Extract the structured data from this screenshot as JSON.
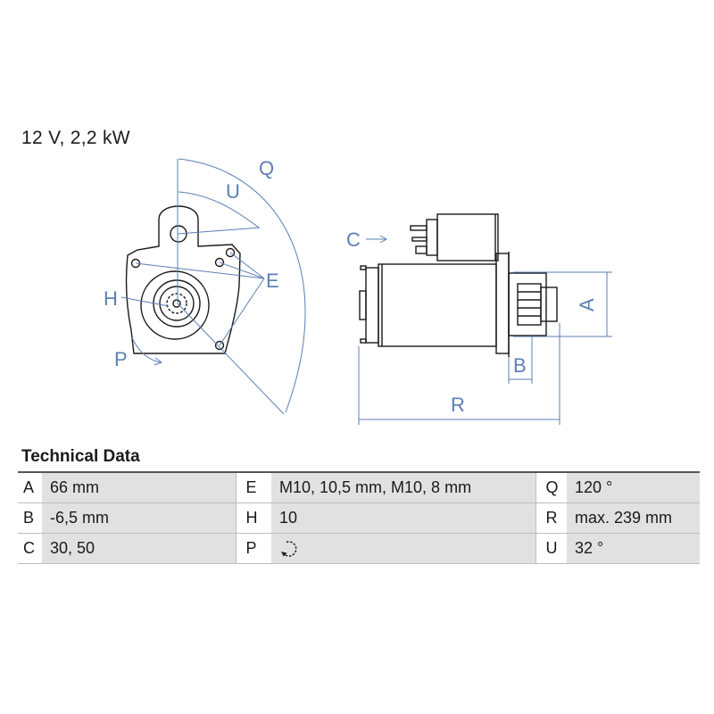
{
  "headline": "12 V, 2,2 kW",
  "drawing": {
    "line_color": "#1a1a1a",
    "dimension_color": "#5b7fb5",
    "front_view_labels": {
      "q": "Q",
      "u": "U",
      "e": "E",
      "h": "H",
      "p": "P"
    },
    "side_view_labels": {
      "c": "C",
      "a": "A",
      "b": "B",
      "r": "R"
    }
  },
  "technical_data": {
    "title": "Technical Data",
    "rows": [
      [
        {
          "key": "A",
          "value": "66 mm"
        },
        {
          "key": "E",
          "value": "M10, 10,5 mm, M10, 8 mm"
        },
        {
          "key": "Q",
          "value": "120 °"
        }
      ],
      [
        {
          "key": "B",
          "value": "-6,5 mm"
        },
        {
          "key": "H",
          "value": "10"
        },
        {
          "key": "R",
          "value": "max. 239 mm"
        }
      ],
      [
        {
          "key": "C",
          "value": "30, 50"
        },
        {
          "key": "P",
          "value": "",
          "icon": "rotation-counterclockwise-icon"
        },
        {
          "key": "U",
          "value": "32 °"
        }
      ]
    ]
  }
}
